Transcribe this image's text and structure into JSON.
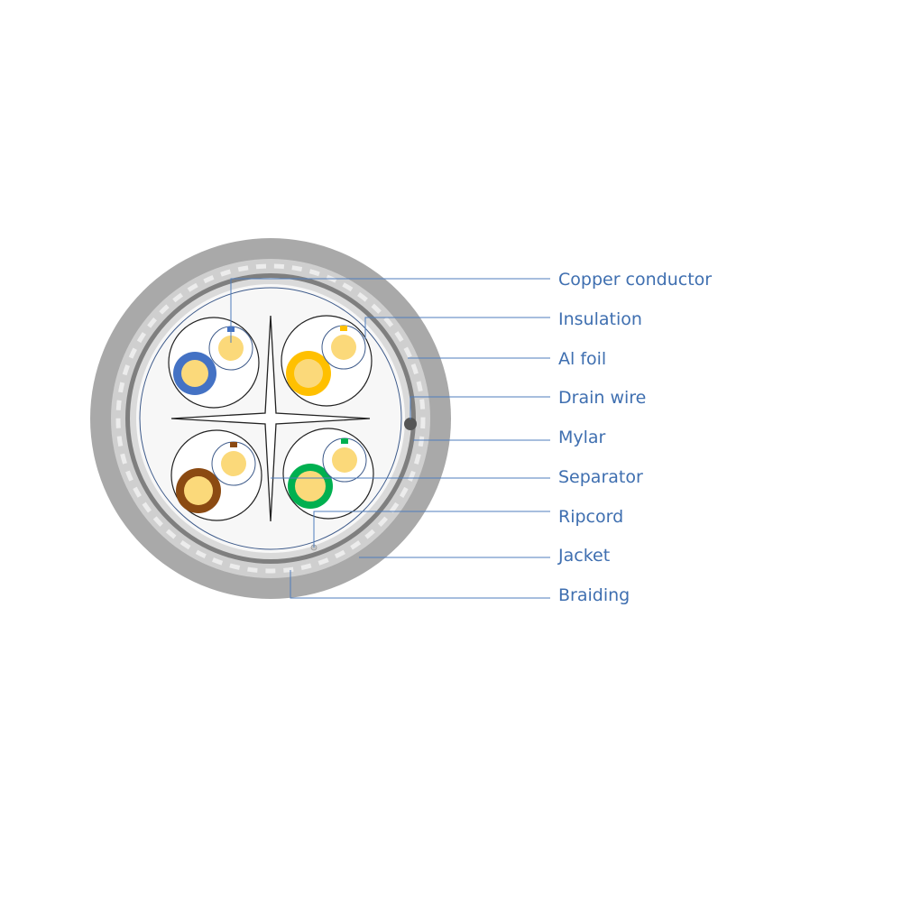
{
  "labels": {
    "copper_conductor": "Copper conductor",
    "insulation": "Insulation",
    "al_foil": "Al foil",
    "drain_wire": "Drain wire",
    "mylar": "Mylar",
    "separator": "Separator",
    "ripcord": "Ripcord",
    "jacket": "Jacket",
    "braiding": "Braiding"
  },
  "colors": {
    "label_text": "#3f6fb0",
    "leader_line": "#4f7dbd",
    "jacket": "#a9a9a9",
    "braiding_band": "#cfcfcf",
    "braiding_dash": "#ececec",
    "al_foil": "#7f7f7f",
    "mylar": "#dadada",
    "core_fill": "#f7f7f7",
    "copper": "#fbd97a",
    "pair_blue": "#4472c4",
    "pair_orange": "#ffc000",
    "pair_brown": "#8b4a12",
    "pair_green": "#00b050",
    "drain_wire": "#555555"
  }
}
